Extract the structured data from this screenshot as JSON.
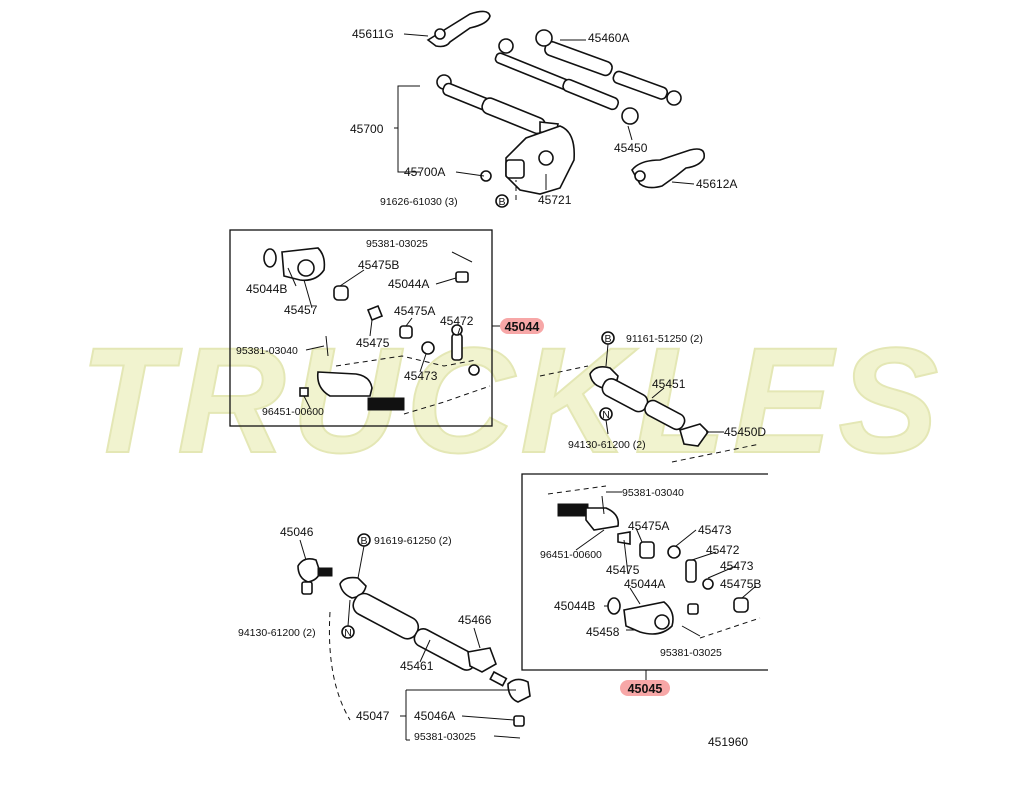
{
  "watermark": {
    "text": "TRUCKLES",
    "color": "#f1f3cf"
  },
  "highlight_color": "#f7a7a7",
  "labels": {
    "p45611G": "45611G",
    "p45460A": "45460A",
    "p45700": "45700",
    "p45450": "45450",
    "p45700A": "45700A",
    "p45612A": "45612A",
    "p91626": "91626-61030 (3)",
    "b_symbol": "B",
    "n_symbol": "N",
    "p45721": "45721",
    "p95381a": "95381-03025",
    "p45475B_a": "45475B",
    "p45044A_a": "45044A",
    "p45044B_a": "45044B",
    "p45457": "45457",
    "p45475A_a": "45475A",
    "p45472_a": "45472",
    "p45044": "45044",
    "p95381b": "95381-03040",
    "p45475_a": "45475",
    "p45473_a": "45473",
    "p96451a": "96451-00600",
    "p91161": "91161-51250 (2)",
    "p45451": "45451",
    "p45450D": "45450D",
    "p94130a": "94130-61200 (2)",
    "p95381c": "95381-03040",
    "p45475A_b": "45475A",
    "p45473_b": "45473",
    "p96451b": "96451-00600",
    "p45472_b": "45472",
    "p45475_b": "45475",
    "p45473_c": "45473",
    "p45044A_b": "45044A",
    "p45475B_b": "45475B",
    "p45044B_b": "45044B",
    "p45458": "45458",
    "p95381d": "95381-03025",
    "p45045": "45045",
    "p45046": "45046",
    "p91619": "91619-61250 (2)",
    "p94130b": "94130-61200 (2)",
    "p45466": "45466",
    "p45461": "45461",
    "p45047": "45047",
    "p45046A": "45046A",
    "p95381e": "95381-03025",
    "p451960": "451960"
  }
}
